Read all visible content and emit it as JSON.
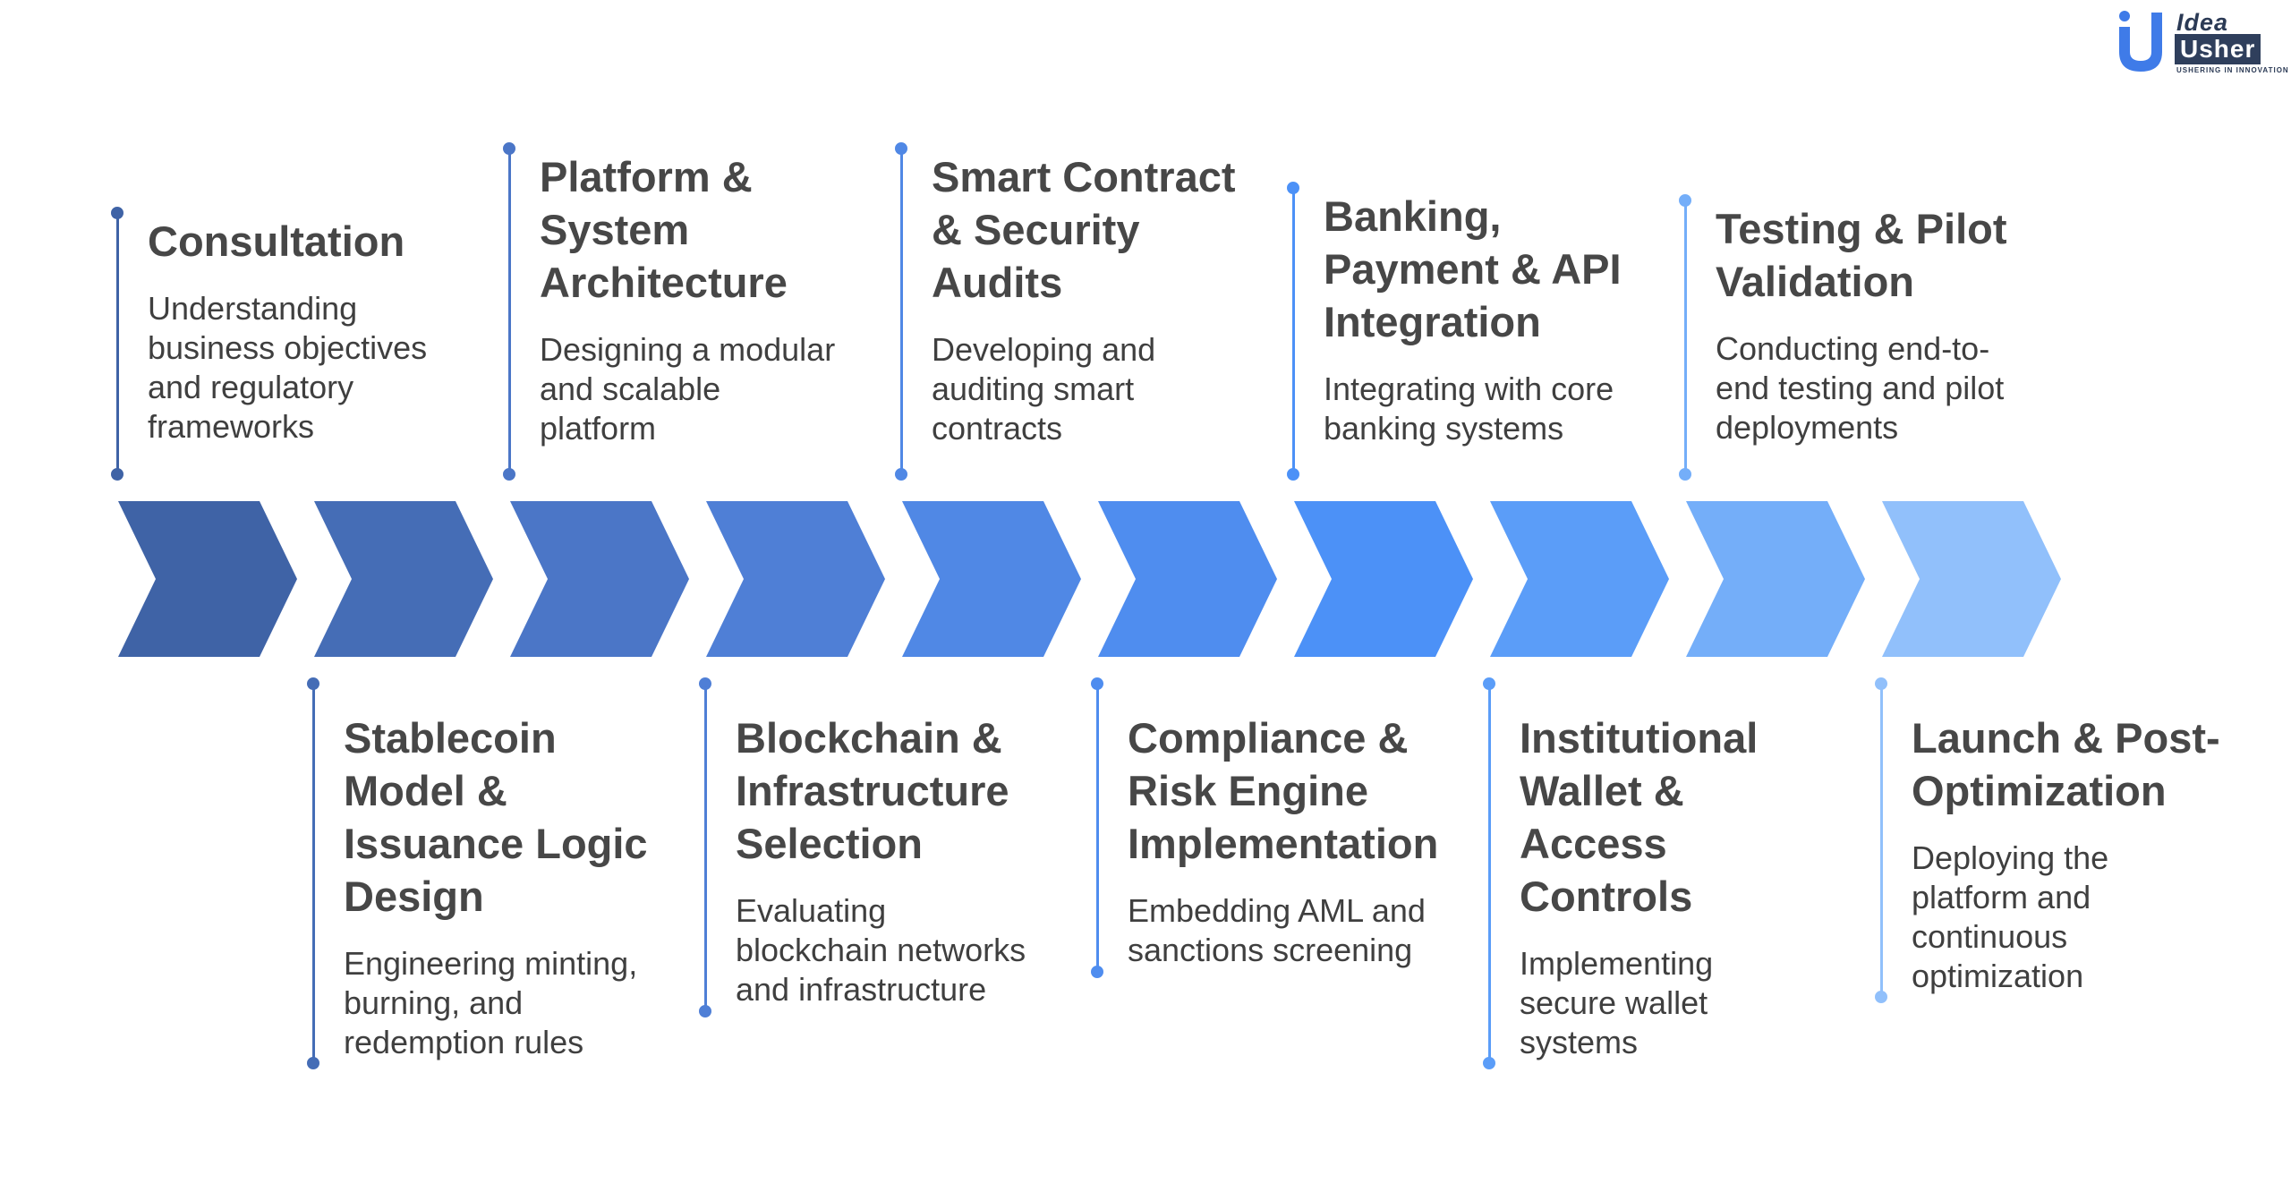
{
  "logo": {
    "word1": "Idea",
    "word2": "Usher",
    "tagline": "USHERING IN INNOVATION"
  },
  "steps": [
    {
      "title_lines": [
        "Consultation"
      ],
      "desc_lines": [
        "Understanding",
        "business objectives",
        "and regulatory",
        "frameworks"
      ],
      "color": "#3F63A6"
    },
    {
      "title_lines": [
        "Stablecoin",
        "Model &",
        "Issuance Logic",
        "Design"
      ],
      "desc_lines": [
        "Engineering minting,",
        "burning, and",
        "redemption rules"
      ],
      "color": "#456DB6"
    },
    {
      "title_lines": [
        "Platform &",
        "System",
        "Architecture"
      ],
      "desc_lines": [
        "Designing a modular",
        "and scalable",
        "platform"
      ],
      "color": "#4B76C7"
    },
    {
      "title_lines": [
        "Blockchain &",
        "Infrastructure",
        "Selection"
      ],
      "desc_lines": [
        "Evaluating",
        "blockchain networks",
        "and infrastructure"
      ],
      "color": "#4F7FD6"
    },
    {
      "title_lines": [
        "Smart Contract",
        "& Security",
        "Audits"
      ],
      "desc_lines": [
        "Developing and",
        "auditing smart",
        "contracts"
      ],
      "color": "#5088E5"
    },
    {
      "title_lines": [
        "Compliance &",
        "Risk Engine",
        "Implementation"
      ],
      "desc_lines": [
        "Embedding AML and",
        "sanctions screening"
      ],
      "color": "#4F8DEF"
    },
    {
      "title_lines": [
        "Banking,",
        "Payment & API",
        "Integration"
      ],
      "desc_lines": [
        "Integrating with core",
        "banking systems"
      ],
      "color": "#4C91F7"
    },
    {
      "title_lines": [
        "Institutional",
        "Wallet &",
        "Access",
        "Controls"
      ],
      "desc_lines": [
        "Implementing",
        "secure wallet",
        "systems"
      ],
      "color": "#5B9DF8"
    },
    {
      "title_lines": [
        "Testing & Pilot",
        "Validation"
      ],
      "desc_lines": [
        "Conducting end-to-",
        "end testing and pilot",
        "deployments"
      ],
      "color": "#74AEF9"
    },
    {
      "title_lines": [
        "Launch & Post-",
        "Optimization"
      ],
      "desc_lines": [
        "Deploying the",
        "platform and",
        "continuous",
        "optimization"
      ],
      "color": "#91C0FB"
    }
  ]
}
